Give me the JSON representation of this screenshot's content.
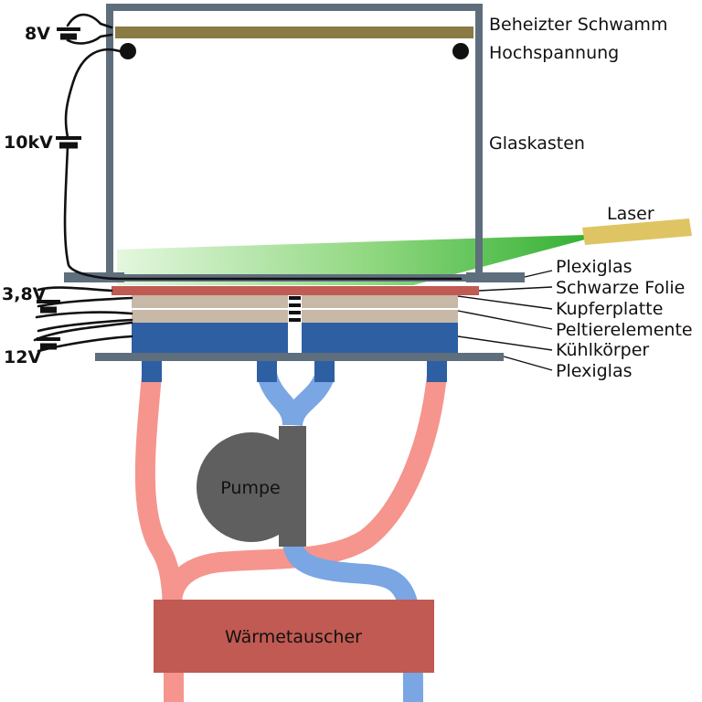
{
  "labels": {
    "heated_sponge": "Beheizter Schwamm",
    "high_voltage": "Hochspannung",
    "glass_box": "Glaskasten",
    "laser": "Laser",
    "plexiglas_top": "Plexiglas",
    "black_foil": "Schwarze Folie",
    "copper_plate": "Kupferplatte",
    "peltier": "Peltierelemente",
    "heat_sink": "Kühlkörper",
    "plexiglas_bottom": "Plexiglas",
    "pump": "Pumpe",
    "heat_exchanger": "Wärmetauscher"
  },
  "voltages": {
    "sponge": "8V",
    "high_voltage": "10kV",
    "copper": "3,8V",
    "peltier": "12V"
  },
  "colors": {
    "frame": "#5e6e7c",
    "sponge": "#8a7a44",
    "foil": "#c05a52",
    "peltier_layer": "#c8b8a8",
    "heat_sink": "#2e5fa3",
    "warm_hose": "#f5958d",
    "cold_hose": "#7aa6e4",
    "pump": "#5f5f5f",
    "heat_exchanger": "#c05a52",
    "laser": "#dfc463",
    "laser_beam": "#3cb33c"
  }
}
